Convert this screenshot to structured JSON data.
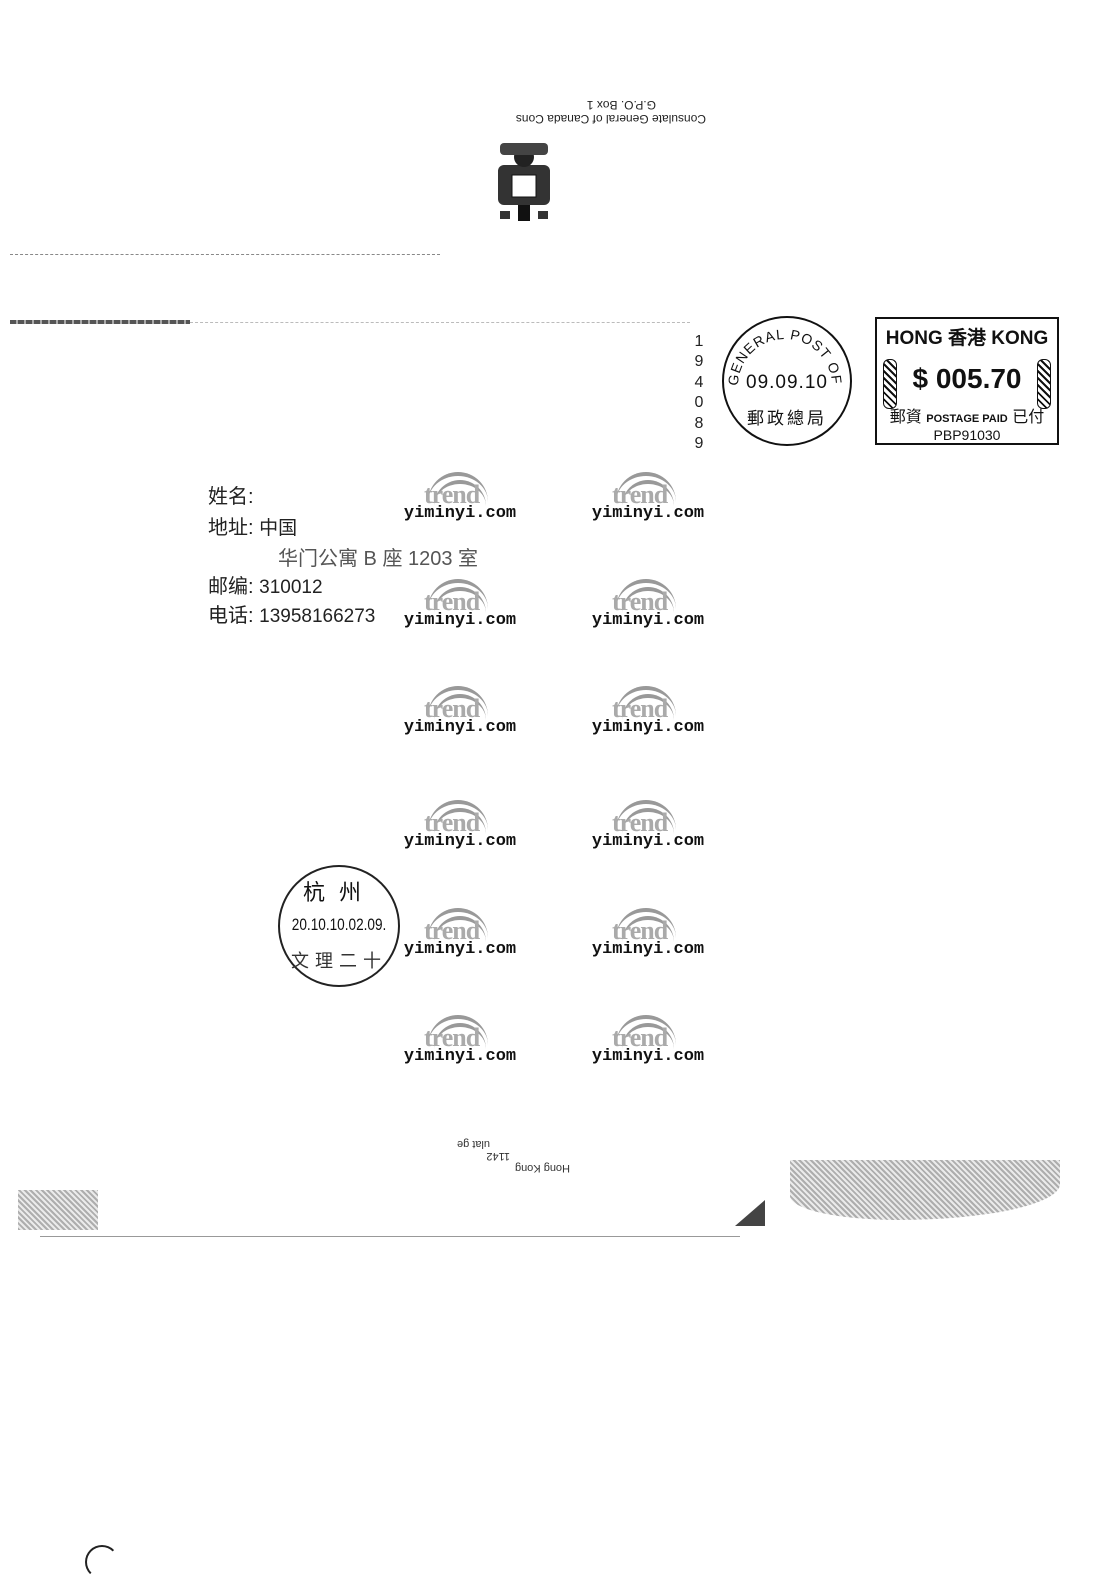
{
  "return_address": {
    "line1": "Consulate General of Canada   Cons",
    "line2": "G.P.O. Box 1"
  },
  "sender_crest_icon": "canadian-coat-of-arms",
  "side_digits": [
    "1",
    "9",
    "4",
    "0",
    "8",
    "9"
  ],
  "postmark": {
    "ring_text": "GENERAL POST OFFICE",
    "date": "09.09.10",
    "chinese": "郵政總局"
  },
  "meter": {
    "header": "HONG 香港 KONG",
    "amount": "$ 005.70",
    "paid_left": "郵資",
    "paid_en": "POSTAGE PAID",
    "paid_right": "已付",
    "code": "PBP91030"
  },
  "recipient": {
    "name_label": "姓名:",
    "address_label": "地址:",
    "address_line1": "中国",
    "address_line2": "华门公寓 B 座 1203 室",
    "postcode_label": "邮编:",
    "postcode": "310012",
    "phone_label": "电话:",
    "phone": "13958166273"
  },
  "watermark": {
    "logo": "trend",
    "url": "yiminyi.com"
  },
  "receiving_postmark": {
    "city": "杭州",
    "date": "20.10.10.02.09.",
    "bottom": "文理二十"
  },
  "flap_text": {
    "line1": "Hong Kong",
    "line2": "1142",
    "line3": "ulat ge"
  }
}
